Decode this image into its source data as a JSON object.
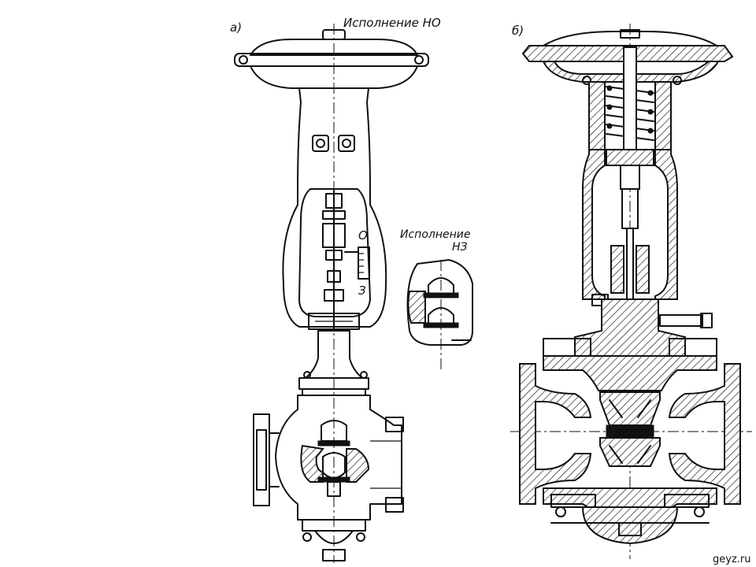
{
  "labels": {
    "panel_a": "а)",
    "panel_b": "б)",
    "version_no": "Исполнение НО",
    "version_nz_line1": "Исполнение",
    "version_nz_line2": "НЗ",
    "scale_open": "О",
    "scale_closed": "З"
  },
  "watermark": "geyz.ru"
}
